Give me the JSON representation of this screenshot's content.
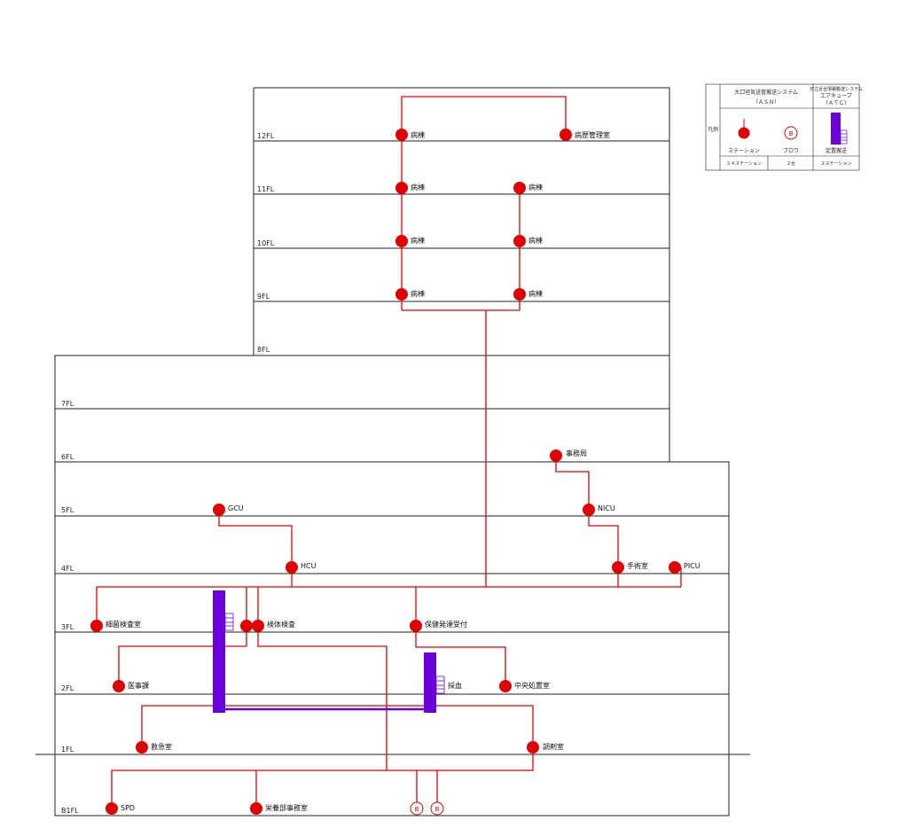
{
  "floors": {
    "f12": "12FL",
    "f11": "11FL",
    "f10": "10FL",
    "f9": "9FL",
    "f8": "8FL",
    "f7": "7FL",
    "f6": "6FL",
    "f5": "5FL",
    "f4": "4FL",
    "f3": "3FL",
    "f2": "2FL",
    "f1": "1FL",
    "b1": "B1FL"
  },
  "stations": {
    "byoutou": "病棟",
    "byoureki": "病歴管理室",
    "jimukyoku": "事務局",
    "gcu": "GCU",
    "nicu": "NICU",
    "hcu": "HCU",
    "shujutsu": "手術室",
    "picu": "PICU",
    "saikin": "細菌検査室",
    "kentai": "検体検査",
    "hoken": "保健発達受付",
    "ijika": "医事課",
    "saiketsu": "採血",
    "chuuou": "中央処置室",
    "kyuukyuu": "救急室",
    "chouzai": "調剤室",
    "spd": "SPD",
    "eiyou": "栄養部事務室",
    "blower": "B"
  },
  "legend": {
    "hanrei": "凡例",
    "asn_title": "大口径気送管搬送システム",
    "asn_abbr": "（ＡＳＮ）",
    "atc_title_small": "日立近台情報搬送システム",
    "atc_title": "エアキューブ",
    "atc_abbr": "（ＡＴＣ）",
    "station_label": "ステーション",
    "blower_symbol": "B",
    "blower_label": "ブロワ",
    "teikan_label": "定置搬送",
    "asn_station_count": "２４ステーション",
    "blower_count": "２台",
    "atc_station_count": "２ステーション"
  },
  "colors": {
    "line": "#e00000",
    "station": "#e00000",
    "atc": "#6b00d8",
    "wall": "#222222"
  }
}
